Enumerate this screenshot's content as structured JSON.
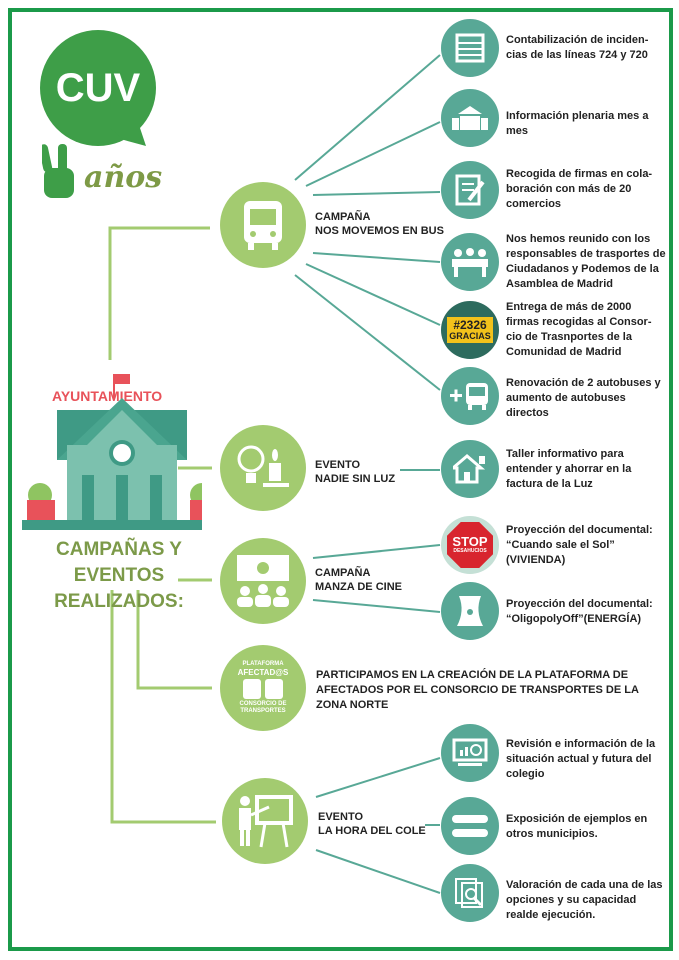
{
  "logo": {
    "text": "CUV",
    "years_text": "años"
  },
  "center": {
    "building_label": "AYUNTAMIENTO",
    "title_line1": "CAMPAÑAS Y EVENTOS",
    "title_line2": "REALIZADOS:"
  },
  "branches": [
    {
      "line1": "CAMPAÑA",
      "line2": "NOS MOVEMOS EN BUS",
      "icon": "bus-icon"
    },
    {
      "line1": "EVENTO",
      "line2": "NADIE SIN LUZ",
      "icon": "lightbulb-candle-icon"
    },
    {
      "line1": "CAMPAÑA",
      "line2": "MANZA DE CINE",
      "icon": "cinema-icon"
    },
    {
      "text": "PARTICIPAMOS EN LA CREACIÓN DE LA PLATAFORMA DE AFECTADOS POR EL CONSORCIO DE TRANSPORTES DE LA ZONA NORTE",
      "icon": "platform-bus-icon",
      "icon_top": "PLATAFORMA",
      "icon_mid": "AFECTAD@S",
      "icon_bottom": "CONSORCIO DE TRANSPORTES"
    },
    {
      "line1": "EVENTO",
      "line2": "LA HORA DEL COLE",
      "icon": "teacher-icon"
    }
  ],
  "items": [
    {
      "text": "Contabilización de inciden-cias de las líneas 724 y 720",
      "icon": "abacus-icon"
    },
    {
      "text": "Información plenaria mes a mes",
      "icon": "town-hall-icon"
    },
    {
      "text": "Recogida de firmas en cola-boración con más de 20 comercios",
      "icon": "signature-form-icon"
    },
    {
      "text": "Nos hemos reunido con los responsables de trasportes de Ciudadanos y Podemos de la Asamblea de Madrid",
      "icon": "meeting-icon"
    },
    {
      "text": "Entrega de más de 2000 firmas recogidas al Consor-cio de Trasnportes de la Comunidad de Madrid",
      "icon": "hashtag-badge",
      "badge_line1": "#2326",
      "badge_line2": "GRACIAS"
    },
    {
      "text": "Renovación de 2 autobuses y aumento de autobuses directos",
      "icon": "plus-bus-icon"
    },
    {
      "text": "Taller informativo para entender y ahorrar en la factura de la Luz",
      "icon": "house-plug-icon"
    },
    {
      "text": "Proyección del documental: “Cuando sale el Sol” (VIVIENDA)",
      "icon": "stop-sign",
      "badge_line1": "STOP",
      "badge_line2": "DESAHUCIOS"
    },
    {
      "text": "Proyección del documental: “OligopolyOff”(ENERGÍA)",
      "icon": "nuclear-plant-icon"
    },
    {
      "text": "Revisión e información de la situación actual y futura del colegio",
      "icon": "chart-magnifier-icon"
    },
    {
      "text": "Exposición de ejemplos en otros municipios.",
      "icon": "equals-icon"
    },
    {
      "text": "Valoración de cada una de las opciones y su capacidad realde ejecución.",
      "icon": "document-search-icon"
    }
  ],
  "colors": {
    "frame": "#1b9a4a",
    "light_green": "#a3cb70",
    "teal": "#58a896",
    "title": "#7c9a49",
    "accent_red": "#e8525a"
  }
}
